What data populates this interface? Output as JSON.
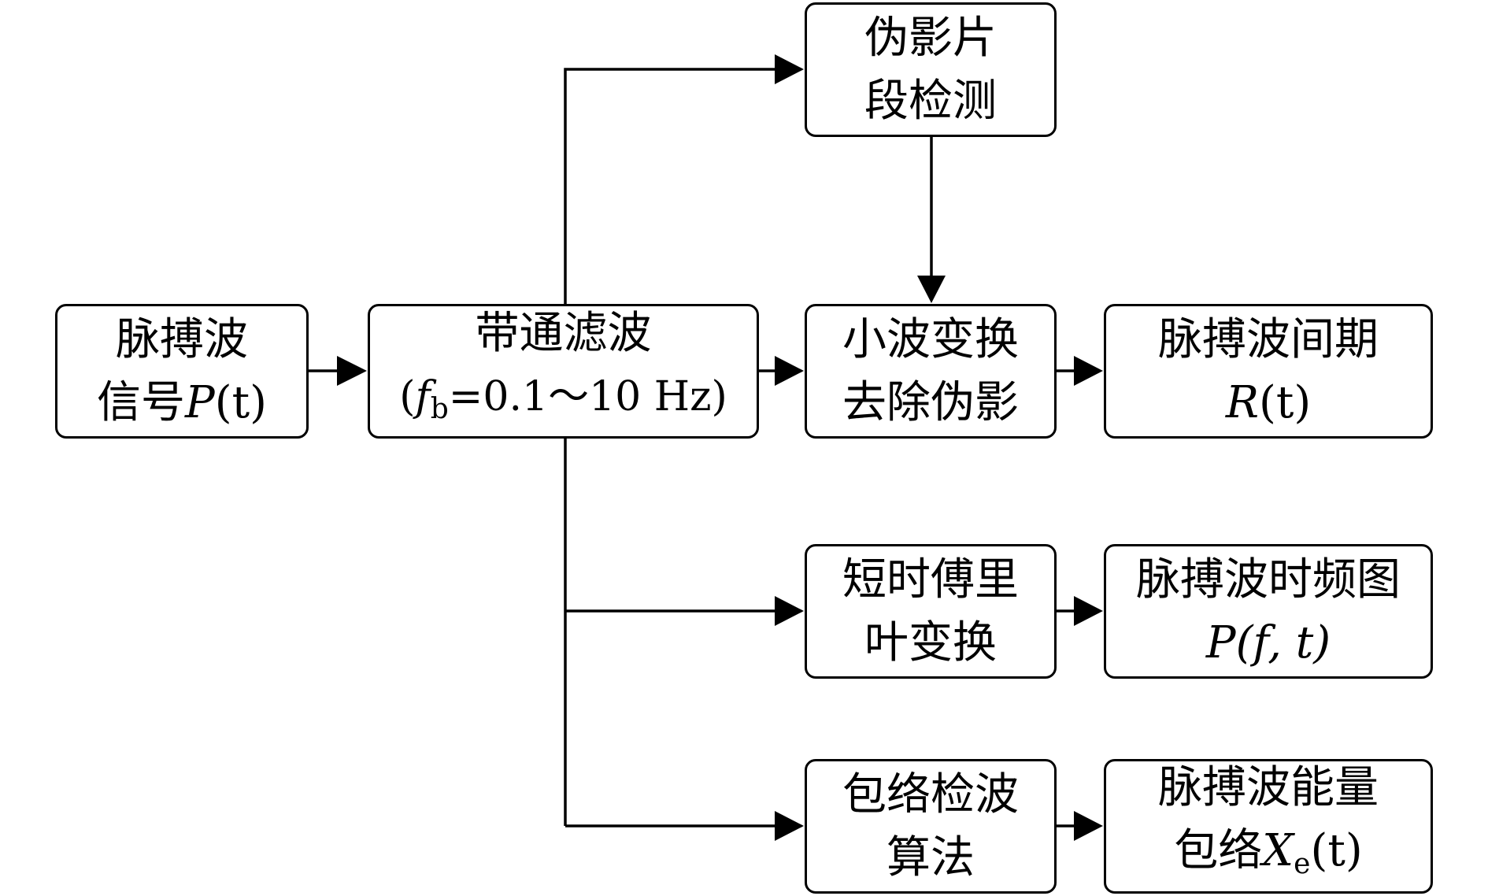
{
  "nodes": {
    "pulse_signal": {
      "line1": "脉搏波",
      "line2_text": "信号",
      "line2_math": "P",
      "line2_tail": "(t)"
    },
    "bandpass": {
      "line1": "带通滤波",
      "open": "(",
      "f": "f",
      "f_sub": "b",
      "rest": "=0.1～10 Hz)"
    },
    "artifact_detect": {
      "line1": "伪影片",
      "line2": "段检测"
    },
    "wavelet": {
      "line1": "小波变换",
      "line2": "去除伪影"
    },
    "interval": {
      "line1": "脉搏波间期",
      "math_R": "R",
      "tail": "(t)"
    },
    "stft": {
      "line1": "短时傅里",
      "line2": "叶变换"
    },
    "spectrogram": {
      "line1": "脉搏波时频图",
      "math_P": "P",
      "tail": "(f, t)"
    },
    "envelope": {
      "line1": "包络检波",
      "line2": "算法"
    },
    "energy": {
      "line1": "脉搏波能量",
      "line2_text": "包络",
      "math_X": "X",
      "sub_e": "e",
      "tail": "(t)"
    }
  },
  "colors": {
    "stroke": "#000000",
    "background": "#ffffff"
  }
}
